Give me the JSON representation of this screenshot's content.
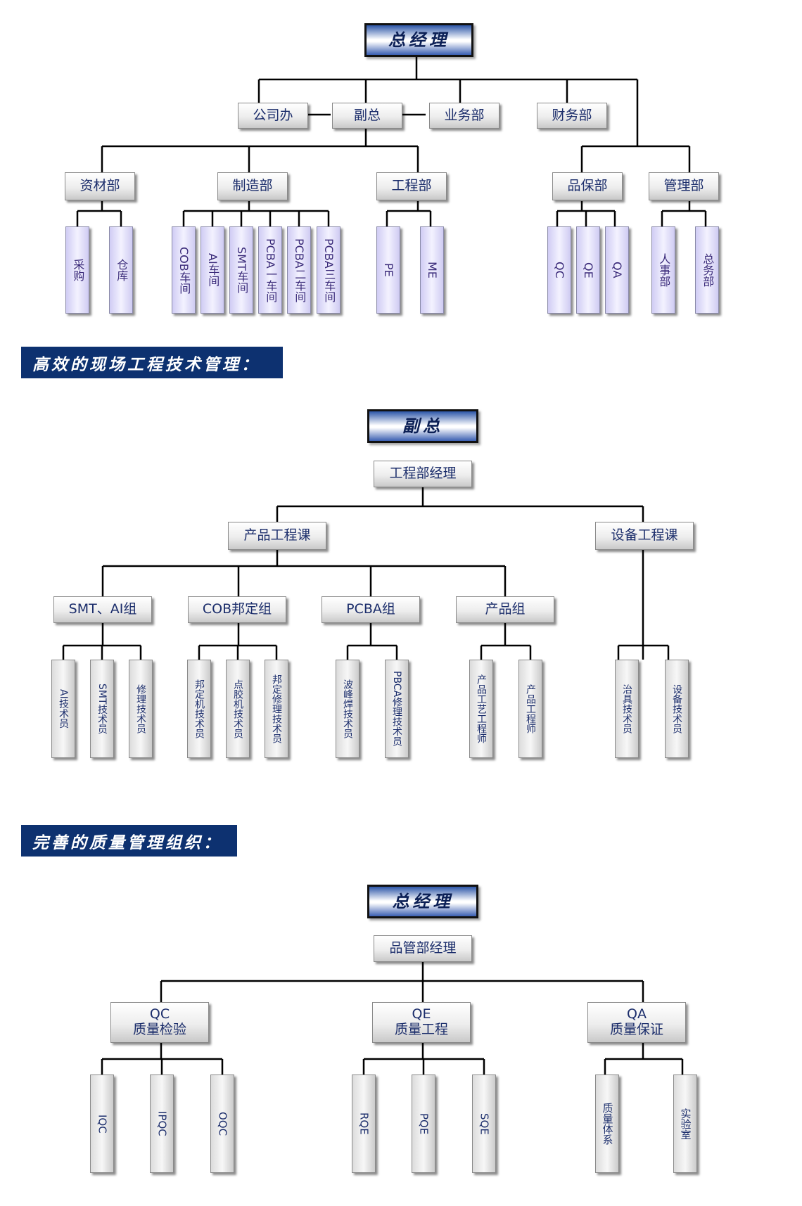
{
  "section1": {
    "root": "总经理",
    "level1": [
      "公司办",
      "副总",
      "业务部",
      "财务部"
    ],
    "level2": [
      "资材部",
      "制造部",
      "工程部",
      "品保部",
      "管理部"
    ],
    "zicai_sub": [
      "采购",
      "仓库"
    ],
    "zhizao_sub": [
      "COB车间",
      "AI车间",
      "SMT车间",
      "PCBA一车间",
      "PCBA二车间",
      "PCBA三车间"
    ],
    "gongcheng_sub": [
      "PE",
      "ME"
    ],
    "pinbao_sub": [
      "QC",
      "QE",
      "QA"
    ],
    "guanli_sub": [
      "人事部",
      "总务部"
    ]
  },
  "banner1": "高效的现场工程技术管理：",
  "section2": {
    "root": "副总",
    "manager": "工程部经理",
    "courses": [
      "产品工程课",
      "设备工程课"
    ],
    "groups": [
      "SMT、AI组",
      "COB邦定组",
      "PCBA组",
      "产品组"
    ],
    "smt_ai_staff": [
      "AI技术员",
      "SMT技术员",
      "修理技术员"
    ],
    "cob_staff": [
      "邦定机技术员",
      "点胶机技术员",
      "邦定修理技术员"
    ],
    "pcba_staff": [
      "波峰焊技术员",
      "PBCA修理技术员"
    ],
    "product_staff": [
      "产品工艺工程师",
      "产品工程师"
    ],
    "equipment_staff": [
      "治具技术员",
      "设备技术员"
    ]
  },
  "banner2": "完善的质量管理组织：",
  "section3": {
    "root": "总经理",
    "manager": "品管部经理",
    "depts": [
      {
        "code": "QC",
        "name": "质量检验"
      },
      {
        "code": "QE",
        "name": "质量工程"
      },
      {
        "code": "QA",
        "name": "质量保证"
      }
    ],
    "qc_sub": [
      "IQC",
      "IPQC",
      "OQC"
    ],
    "qe_sub": [
      "RQE",
      "PQE",
      "SQE"
    ],
    "qa_sub": [
      "质量体系",
      "实验室"
    ]
  }
}
